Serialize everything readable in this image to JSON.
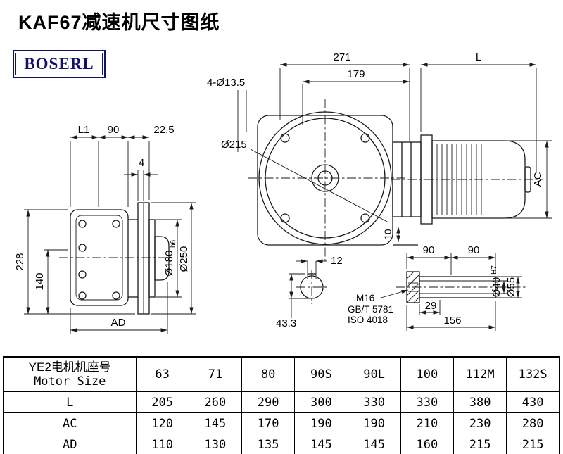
{
  "title": "KAF67减速机尺寸图纸",
  "logo_text": "BOSERL",
  "front_view": {
    "dim_271": "271",
    "dim_l": "L",
    "dim_179": "179",
    "holes": "4-Ø13.5",
    "flange_circle": "Ø215",
    "dim_10": "10",
    "dim_ac": "AC"
  },
  "side_view": {
    "dim_l1": "L1",
    "dim_90": "90",
    "dim_22_5": "22.5",
    "dim_4": "4",
    "dim_228": "228",
    "dim_140": "140",
    "spigot": "Ø180",
    "spigot_tol": "h6",
    "flange": "Ø250",
    "dim_ad": "AD"
  },
  "bore_section": {
    "dim_12": "12",
    "dim_43_3": "43.3"
  },
  "shaft_detail": {
    "dim_90_left": "90",
    "dim_90_right": "90",
    "thread": "M16",
    "standard_gb": "GB/T 5781",
    "standard_iso": "ISO 4018",
    "dim_29": "29",
    "dim_156": "156",
    "bore": "Ø40",
    "bore_tol": "H7",
    "shaft": "Ø55"
  },
  "table": {
    "motor_label_cn": "YE2电机机座号",
    "motor_label_en": "Motor Size",
    "sizes": [
      "63",
      "71",
      "80",
      "90S",
      "90L",
      "100",
      "112M",
      "132S"
    ],
    "rows": [
      {
        "label": "L",
        "values": [
          "205",
          "260",
          "290",
          "300",
          "330",
          "330",
          "380",
          "430"
        ]
      },
      {
        "label": "AC",
        "values": [
          "120",
          "145",
          "170",
          "190",
          "190",
          "210",
          "230",
          "280"
        ]
      },
      {
        "label": "AD",
        "values": [
          "110",
          "130",
          "135",
          "145",
          "145",
          "160",
          "215",
          "215"
        ]
      }
    ]
  }
}
